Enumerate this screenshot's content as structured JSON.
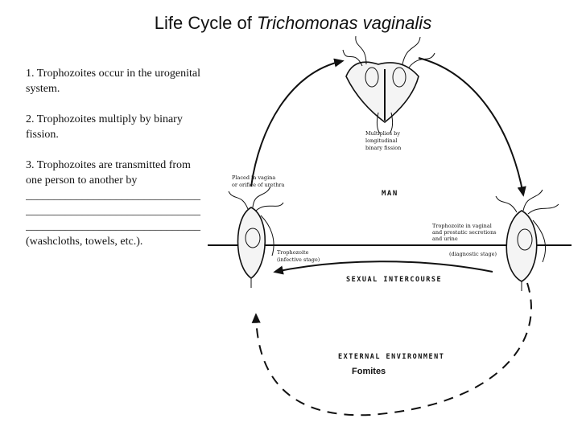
{
  "title": {
    "prefix": "Life Cycle of ",
    "species": "Trichomonas vaginalis"
  },
  "notes": {
    "item1": "1.  Trophozoites occur in the urogenital system.",
    "item2": "2.  Trophozoites multiply by binary fission.",
    "item3": "3.  Trophozoites are transmitted from one person to another by",
    "blank1": "_______________________________",
    "blank2": "_______________________________",
    "blank3": "_______________________________",
    "item3_tail": "(washcloths, towels, etc.)."
  },
  "diagram": {
    "label_multiplies": [
      "Multiplies by",
      "longitudinal",
      "binary fission"
    ],
    "label_placed": [
      "Placed in vagina",
      "or orifice of urethra"
    ],
    "label_trophozoite": [
      "Trophozoite",
      "(infective stage)"
    ],
    "label_vaginal": [
      "Trophozoite in vaginal",
      "and prostatic secretions",
      "and urine"
    ],
    "label_diagnostic": "(diagnostic stage)",
    "man": "MAN",
    "sexual_intercourse": "SEXUAL INTERCOURSE",
    "external_environment": "EXTERNAL ENVIRONMENT",
    "fomites": "Fomites"
  }
}
